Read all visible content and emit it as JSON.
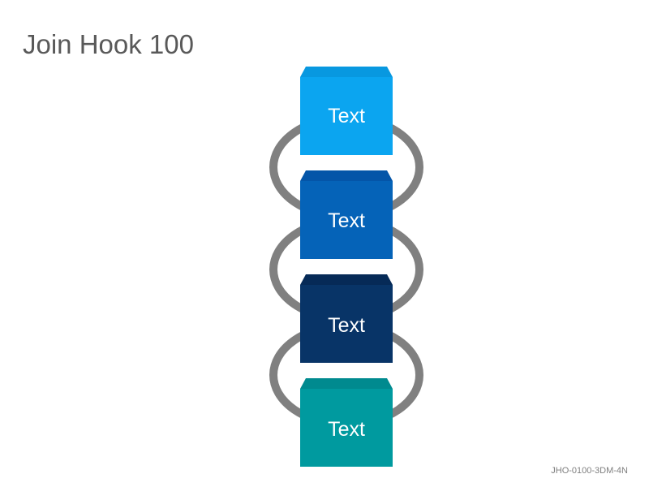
{
  "title": "Join Hook 100",
  "footer_code": "JHO-0100-3DM-4N",
  "ring_color": "#808080",
  "blocks": [
    {
      "label": "Text",
      "face_color": "#0BA5F0",
      "top_color": "#0898E0"
    },
    {
      "label": "Text",
      "face_color": "#0563B8",
      "top_color": "#0455A8"
    },
    {
      "label": "Text",
      "face_color": "#083467",
      "top_color": "#062A57"
    },
    {
      "label": "Text",
      "face_color": "#009A9F",
      "top_color": "#008A8F"
    }
  ]
}
